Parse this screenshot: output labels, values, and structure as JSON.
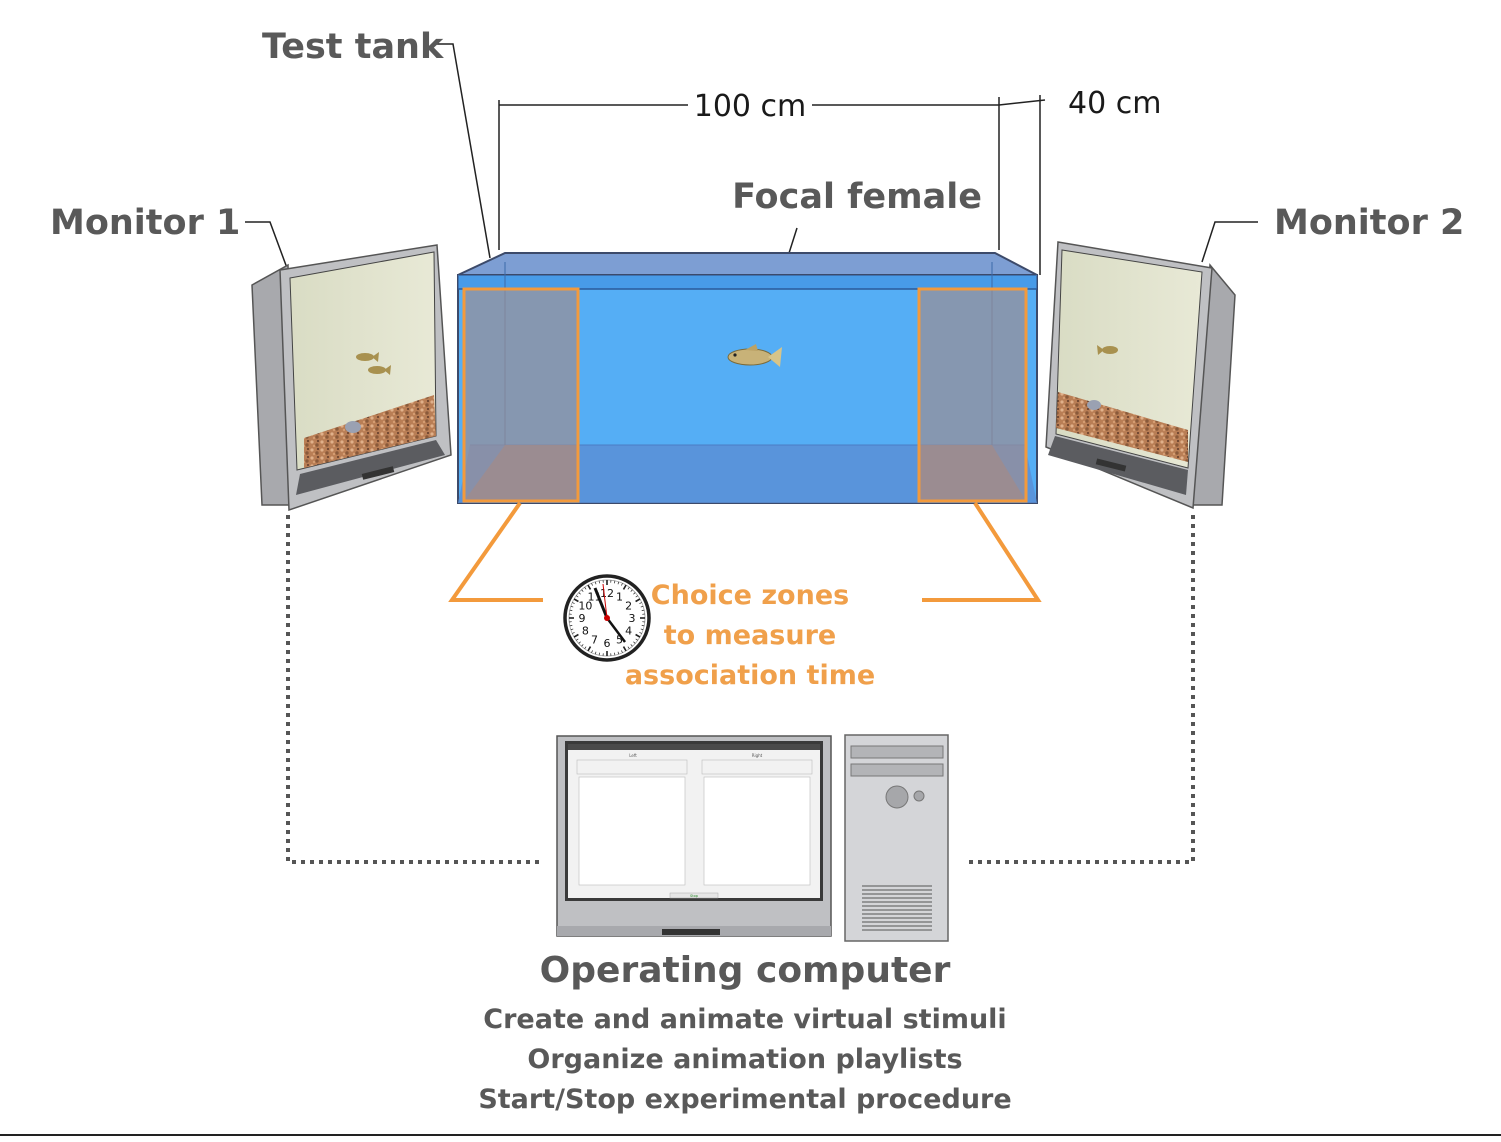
{
  "labels": {
    "test_tank": "Test tank",
    "length": "100 cm",
    "depth": "40 cm",
    "focal_female": "Focal female",
    "monitor_1": "Monitor 1",
    "monitor_2": "Monitor 2",
    "choice_zones": [
      "Choice zones",
      "to measure",
      "association time"
    ],
    "operating_computer": "Operating computer",
    "computer_tasks": [
      "Create and animate virtual stimuli",
      "Organize animation playlists",
      "Start/Stop experimental procedure"
    ]
  },
  "clock_numbers": [
    "12",
    "1",
    "2",
    "3",
    "4",
    "5",
    "6",
    "7",
    "8",
    "9",
    "10",
    "11"
  ],
  "screen_ui": {
    "left_header": "Left",
    "right_header": "Right",
    "start_button": "Stop"
  },
  "colors": {
    "water": "#55aef5",
    "zone_orange": "#f39a3c",
    "label_gray": "#595959",
    "monitor_frame": "#bfc0c3",
    "connector": "#555555"
  },
  "icons": [
    "clock-icon",
    "fish-icon",
    "computer-tower-icon",
    "monitor-icon"
  ]
}
